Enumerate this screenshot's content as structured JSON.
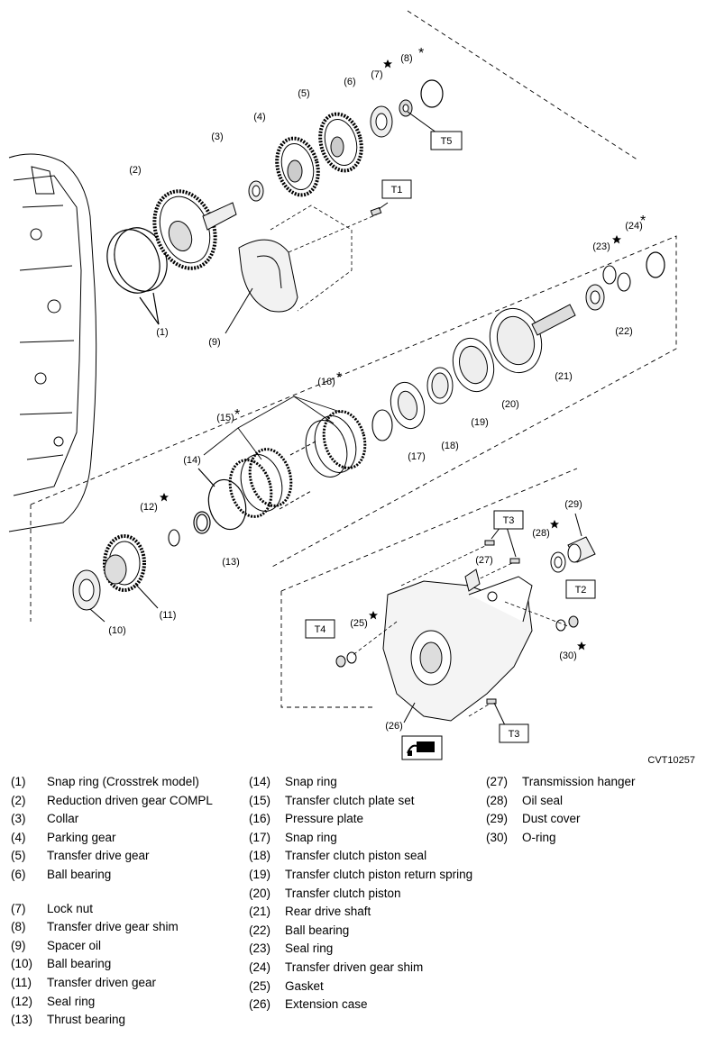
{
  "figure_id": "CVT10257",
  "torque_labels": {
    "t1": "T1",
    "t2": "T2",
    "t3a": "T3",
    "t3b": "T3",
    "t4": "T4",
    "t5": "T5"
  },
  "callouts": {
    "c1": "(1)",
    "c2": "(2)",
    "c3": "(3)",
    "c4": "(4)",
    "c5": "(5)",
    "c6": "(6)",
    "c7": "(7)",
    "c8": "(8)",
    "c9": "(9)",
    "c10": "(10)",
    "c11": "(11)",
    "c12": "(12)",
    "c13": "(13)",
    "c14": "(14)",
    "c15": "(15)",
    "c16": "(16)",
    "c17": "(17)",
    "c18": "(18)",
    "c19": "(19)",
    "c20": "(20)",
    "c21": "(21)",
    "c22": "(22)",
    "c23": "(23)",
    "c24": "(24)",
    "c25": "(25)",
    "c26": "(26)",
    "c27": "(27)",
    "c28": "(28)",
    "c29": "(29)",
    "c30": "(30)"
  },
  "legend": {
    "col1": [
      {
        "num": "(1)",
        "name": "Snap ring (Crosstrek model)"
      },
      {
        "num": "(2)",
        "name": "Reduction driven gear COMPL"
      },
      {
        "num": "(3)",
        "name": "Collar"
      },
      {
        "num": "(4)",
        "name": "Parking gear"
      },
      {
        "num": "(5)",
        "name": "Transfer drive gear"
      },
      {
        "num": "(6)",
        "name": "Ball bearing"
      },
      {
        "num": "(7)",
        "name": "Lock nut"
      },
      {
        "num": "(8)",
        "name": "Transfer drive gear shim"
      },
      {
        "num": "(9)",
        "name": "Spacer oil"
      },
      {
        "num": "(10)",
        "name": "Ball bearing"
      },
      {
        "num": "(11)",
        "name": "Transfer driven gear"
      },
      {
        "num": "(12)",
        "name": "Seal ring"
      },
      {
        "num": "(13)",
        "name": "Thrust bearing"
      }
    ],
    "col2": [
      {
        "num": "(14)",
        "name": "Snap ring"
      },
      {
        "num": "(15)",
        "name": "Transfer clutch plate set"
      },
      {
        "num": "(16)",
        "name": "Pressure plate"
      },
      {
        "num": "(17)",
        "name": "Snap ring"
      },
      {
        "num": "(18)",
        "name": "Transfer clutch piston seal"
      },
      {
        "num": "(19)",
        "name": "Transfer clutch piston return spring"
      },
      {
        "num": "(20)",
        "name": "Transfer clutch piston"
      },
      {
        "num": "(21)",
        "name": "Rear drive shaft"
      },
      {
        "num": "(22)",
        "name": "Ball bearing"
      },
      {
        "num": "(23)",
        "name": "Seal ring"
      },
      {
        "num": "(24)",
        "name": "Transfer driven gear shim"
      },
      {
        "num": "(25)",
        "name": "Gasket"
      },
      {
        "num": "(26)",
        "name": "Extension case"
      }
    ],
    "col3": [
      {
        "num": "(27)",
        "name": "Transmission hanger"
      },
      {
        "num": "(28)",
        "name": "Oil seal"
      },
      {
        "num": "(29)",
        "name": "Dust cover"
      },
      {
        "num": "(30)",
        "name": "O-ring"
      }
    ]
  }
}
